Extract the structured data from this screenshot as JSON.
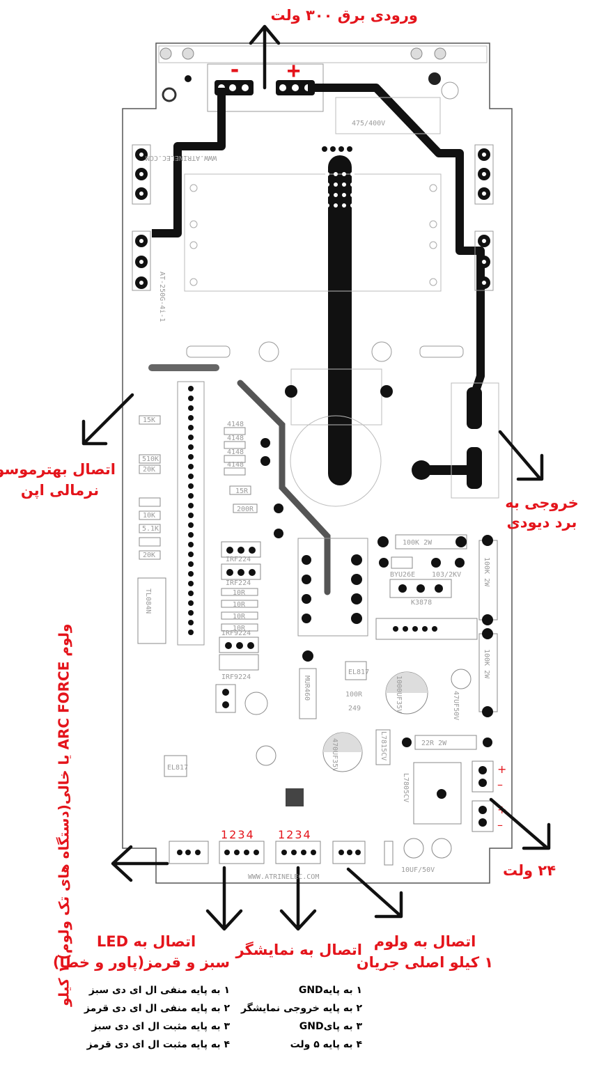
{
  "labels": {
    "power_input": "ورودی برق ۳۰۰ ولت",
    "thermal_switch_1": "اتصال بهترموسوئیج",
    "thermal_switch_2": "نرمالی اپن",
    "diode_out_1": "خروجی به",
    "diode_out_2": "برد دیودی",
    "arc_force": "ولوم ARC FORCE یا خالی(دستگاه های تک ولوم) ۱ کیلو",
    "v24": "۲۴ ولت",
    "led_1": "اتصال به LED",
    "led_2": "سبز و قرمز(پاور و خطا)",
    "display": "اتصال به نمایشگر",
    "volume_1": "اتصال به ولوم",
    "volume_2": "۱ کیلو اصلی جریان"
  },
  "led_notes": [
    "۱ به پایه منفی ال ای دی سبز",
    "۲ به پایه منفی ال ای دی قرمز",
    "۳ به پایه مثبت ال ای دی سبز",
    "۴ به پایه مثبت ال ای دی قرمز"
  ],
  "display_notes": [
    "۱ به پایهGND",
    "۲ به پایه خروجی نمایشگر",
    "۳ به پایGND",
    "۴ به پایه ۵ ولت"
  ],
  "board": {
    "url_top": "WWW.ATRINELEC.COM",
    "url_bottom": "WWW.ATRINELEC.COM",
    "model": "AT-250G-4i-1",
    "minus": "-",
    "plus": "+",
    "pin_numbers": "1234",
    "cap_top": "475/400V",
    "r100k_a": "100K 2W",
    "r100k_b": "100K 2W",
    "r100k_c": "100K 2W",
    "r22r": "22R 2W",
    "diode": "BYU26E",
    "cap_103": "103/2KV",
    "k3878": "K3878",
    "mur": "MUR460",
    "cap_1000": "1000UF35V",
    "cap_470": "470UF35V",
    "cap_47": "47UF50V",
    "reg_15": "L7815CV",
    "reg_05": "L7805CV",
    "tl084": "TL084N",
    "irf224_a": "IRF224",
    "irf224_b": "IRF224",
    "irf9224_a": "IRF9224",
    "irf9224_b": "IRF9224",
    "r15k": "15K",
    "r510k": "510K",
    "r20k": "20K",
    "r10k": "10K",
    "r5_1k": "5.1K",
    "r15r": "15R",
    "r200r": "200R",
    "d4148": "4148",
    "r10r": "10R",
    "cap_10uf": "10UF/50V",
    "el817": "EL817",
    "r100r": "100R",
    "r249": "249"
  }
}
